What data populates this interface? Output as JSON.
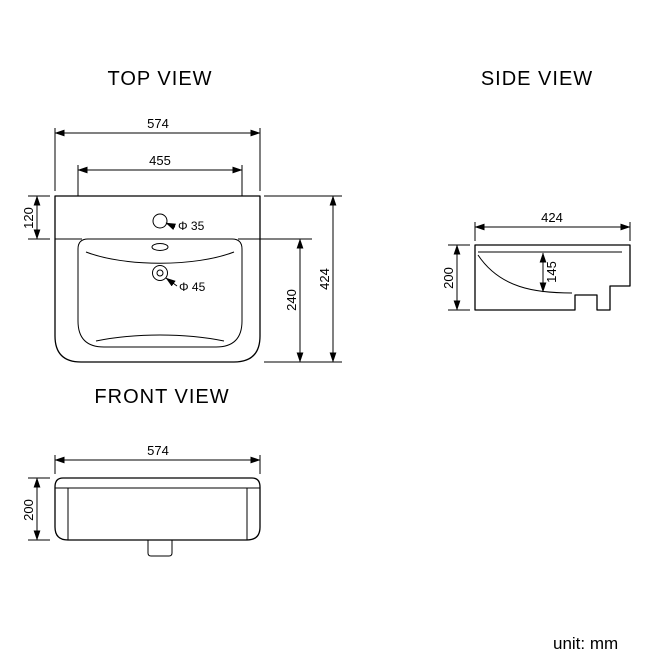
{
  "drawing": {
    "titles": {
      "top": "TOP VIEW",
      "side": "SIDE VIEW",
      "front": "FRONT VIEW"
    },
    "unit": "unit: mm",
    "top_view": {
      "overall_width": "574",
      "basin_width": "455",
      "back_ledge_depth": "120",
      "bowl_depth": "240",
      "overall_depth": "424",
      "faucet_hole_dia": "Φ 35",
      "drain_hole_dia": "Φ 45"
    },
    "side_view": {
      "overall_depth": "424",
      "height": "200",
      "inner_depth": "145"
    },
    "front_view": {
      "overall_width": "574",
      "height": "200"
    },
    "colors": {
      "line": "#000000",
      "background": "#ffffff"
    }
  }
}
